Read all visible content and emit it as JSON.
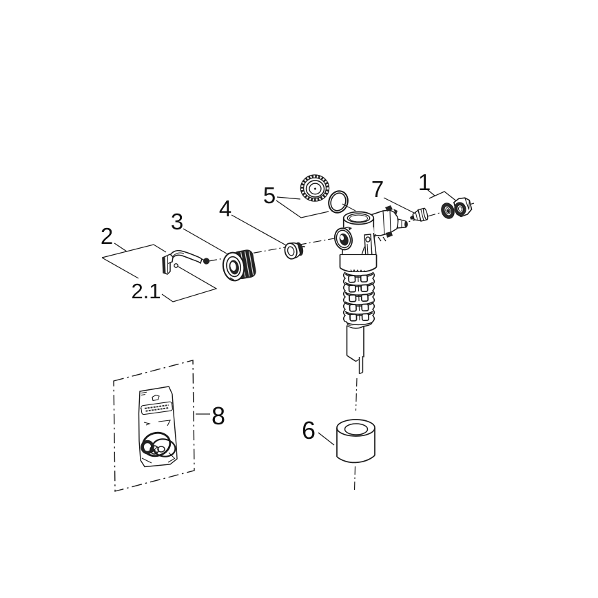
{
  "diagram": {
    "background_color": "#ffffff",
    "line_color": "#1a1a1a",
    "callout_labels": {
      "part_1": "1",
      "part_2": "2",
      "part_2_1": "2.1",
      "part_3": "3",
      "part_4": "4",
      "part_5": "5",
      "part_6": "6",
      "part_7": "7",
      "part_8": "8"
    }
  }
}
